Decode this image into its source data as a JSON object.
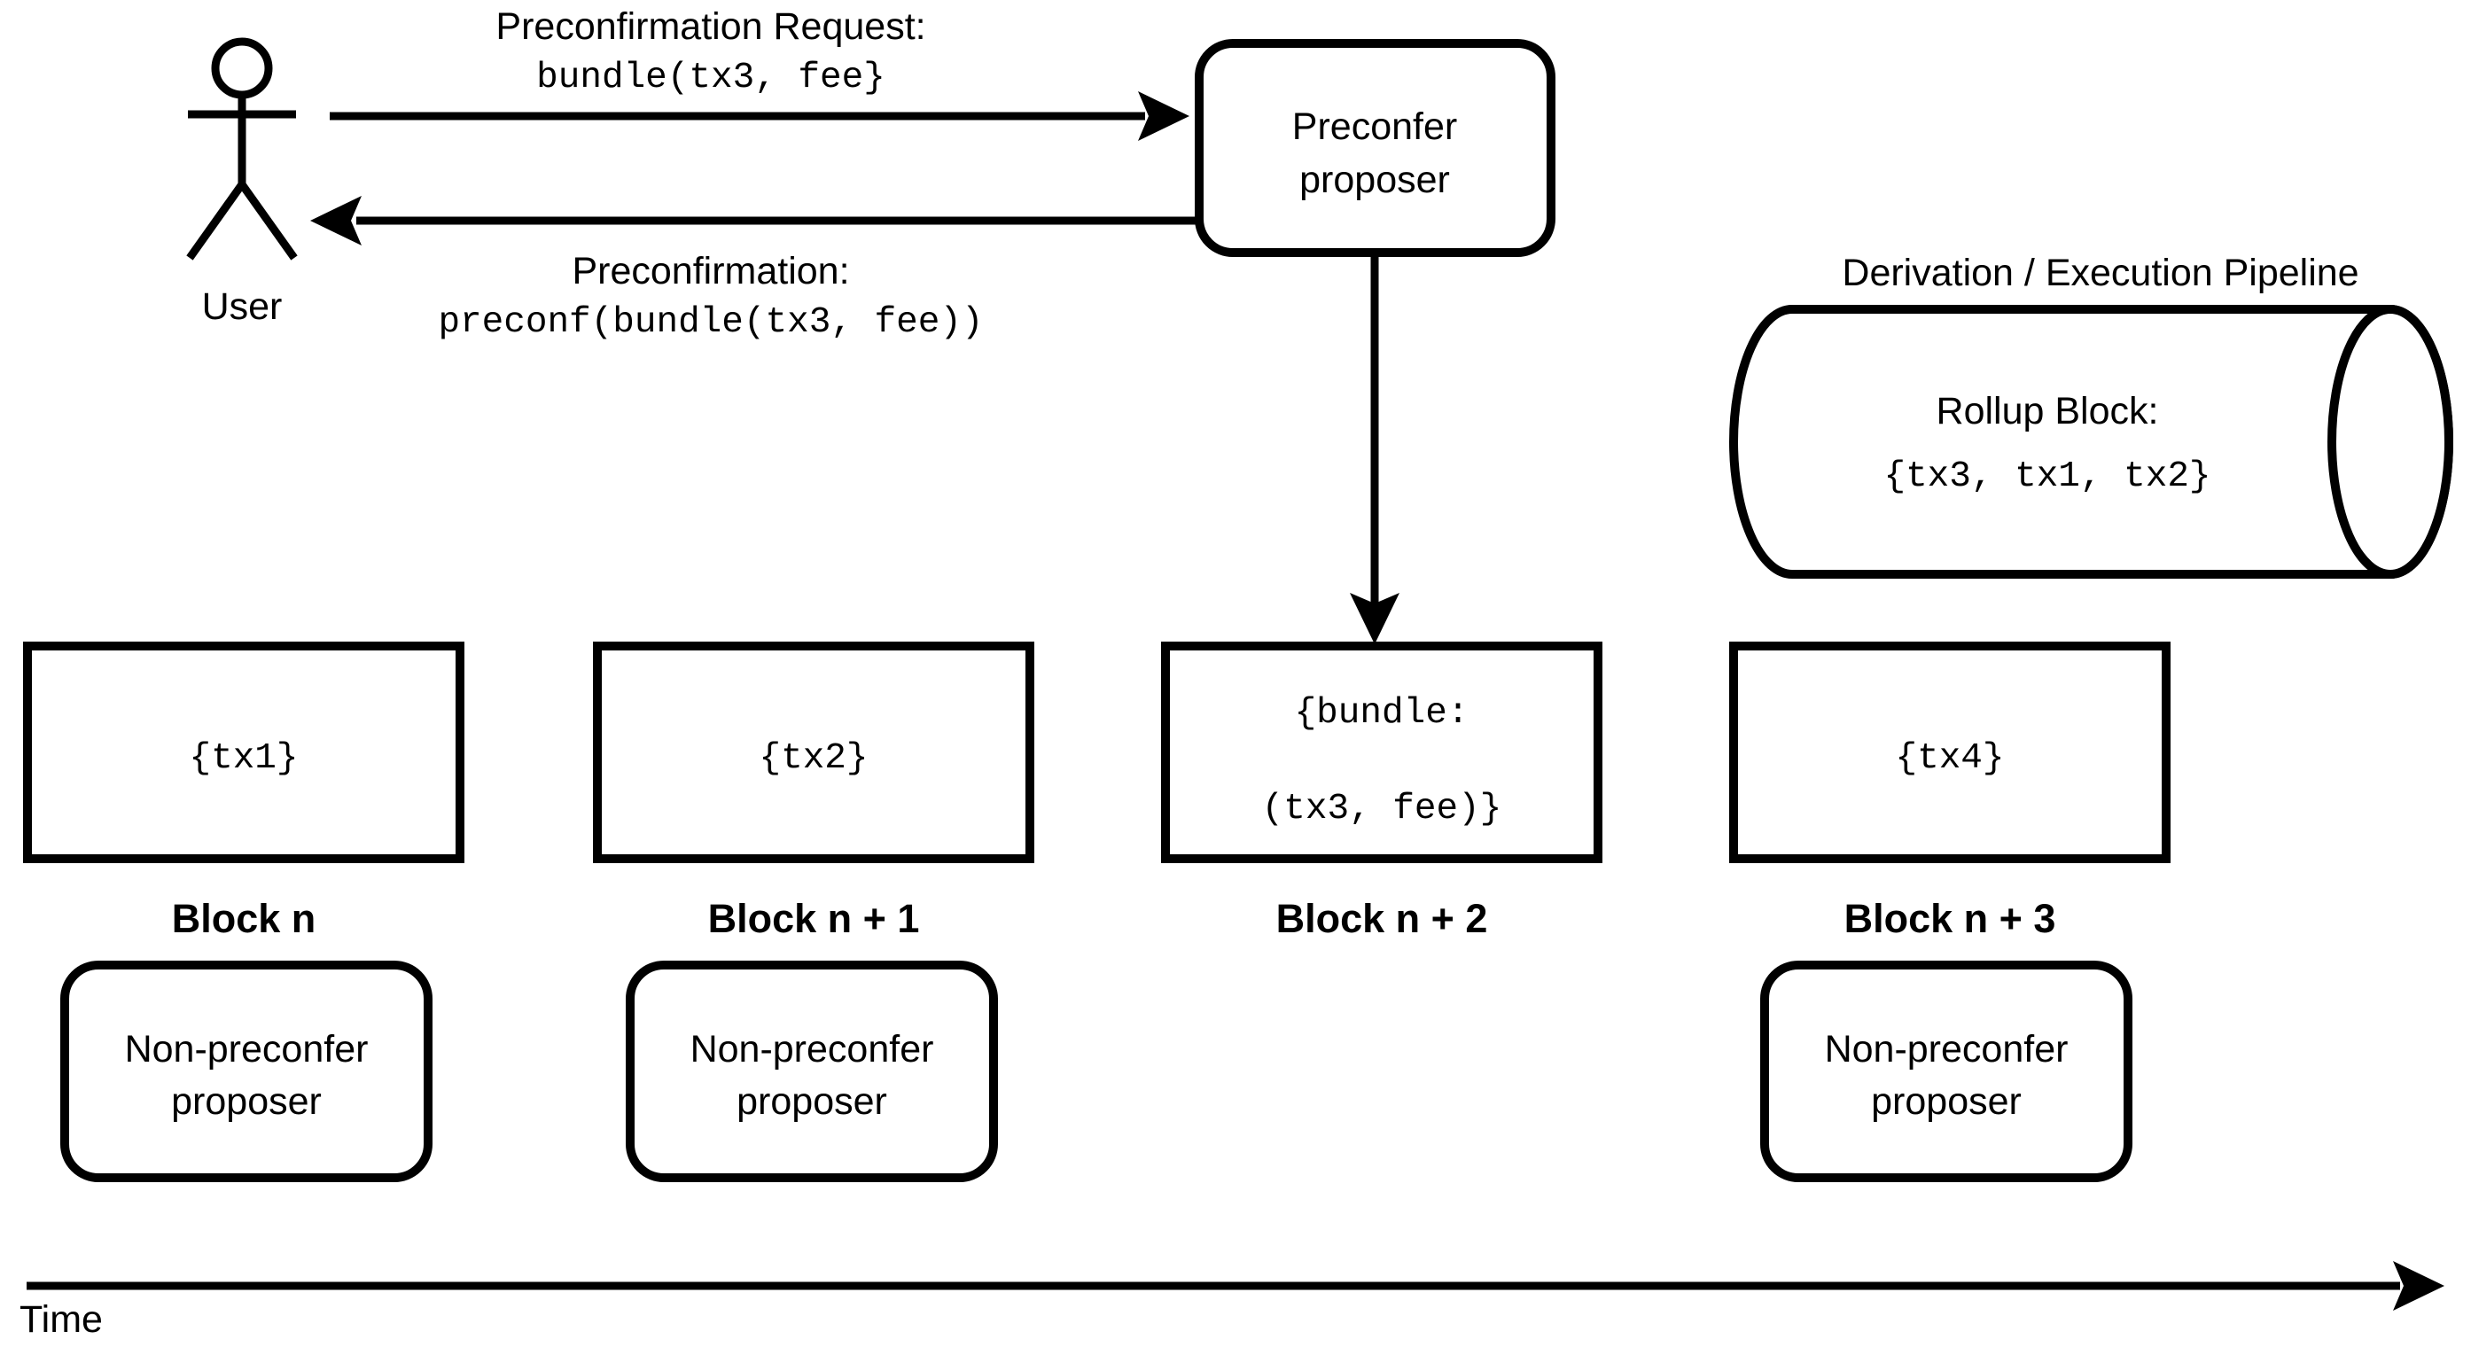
{
  "diagram": {
    "background": "#ffffff",
    "stroke_color": "#000000"
  },
  "actor": {
    "label": "User"
  },
  "request_arrow": {
    "label_line1": "Preconfirmation Request:",
    "label_line2": "bundle(tx3, fee}"
  },
  "response_arrow": {
    "label_line1": "Preconfirmation:",
    "label_line2": "preconf(bundle(tx3, fee))"
  },
  "preconfer_box": {
    "line1": "Preconfer",
    "line2": "proposer"
  },
  "pipeline": {
    "title": "Derivation / Execution Pipeline",
    "content_line1": "Rollup Block:",
    "content_line2": "{tx3, tx1, tx2}"
  },
  "blocks": [
    {
      "content": "{tx1}",
      "label": "Block n"
    },
    {
      "content": "{tx2}",
      "label": "Block n + 1"
    },
    {
      "content_line1": "{bundle:",
      "content_line2": "(tx3, fee)}",
      "label": "Block n + 2"
    },
    {
      "content": "{tx4}",
      "label": "Block n + 3"
    }
  ],
  "proposer_boxes": [
    {
      "line1": "Non-preconfer",
      "line2": "proposer"
    },
    {
      "line1": "Non-preconfer",
      "line2": "proposer"
    },
    {
      "line1": "Non-preconfer",
      "line2": "proposer"
    }
  ],
  "time_axis": {
    "label": "Time"
  }
}
